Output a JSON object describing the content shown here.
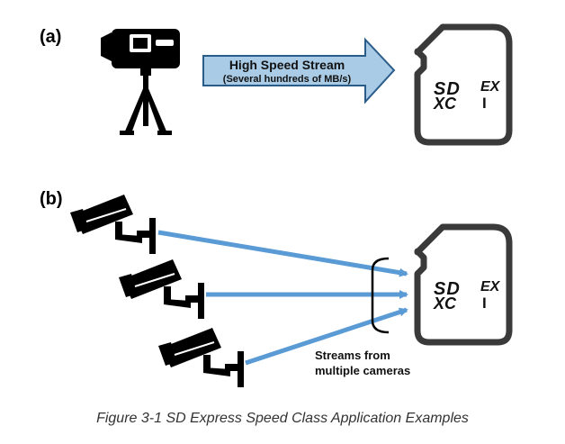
{
  "part_a_label": "(a)",
  "part_b_label": "(b)",
  "arrow": {
    "title": "High Speed Stream",
    "subtitle": "(Several hundreds of MB/s)"
  },
  "streams_label_line1": "Streams from",
  "streams_label_line2": "multiple cameras",
  "caption": "Figure 3-1  SD Express Speed Class Application Examples",
  "sd_card": {
    "logo_sd": "SD",
    "logo_xc": "XC",
    "logo_ex": "EX",
    "logo_i": "I"
  },
  "colors": {
    "arrow_fill": "#a9cbe6",
    "arrow_stroke": "#2a5c8a",
    "stream_line": "#5b9bd5",
    "card_stroke": "#3a3a3a"
  }
}
